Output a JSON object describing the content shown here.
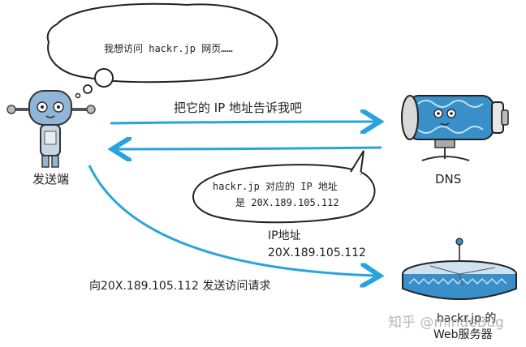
{
  "thought_bubble": {
    "text": "我想访问 hackr.jp 网页……"
  },
  "client": {
    "label": "发送端"
  },
  "dns": {
    "label": "DNS"
  },
  "server": {
    "line1": "hackr.jp 的",
    "line2": "Web服务器"
  },
  "arrows": {
    "ask_ip": "把它的 IP 地址告诉我吧",
    "ip_heading": "IP地址",
    "ip_value": "20X.189.105.112",
    "send_request": "向20X.189.105.112 发送访问请求"
  },
  "dns_reply_bubble": {
    "line1": "hackr.jp 对应的 IP 地址",
    "line2": "是 20X.189.105.112"
  },
  "watermark": {
    "text": "知乎 @mindeBug"
  },
  "colors": {
    "arrow": "#29a3dc",
    "robot_body": "#8fb6d6",
    "dns_blue": "#3a8fc9",
    "outline": "#222222"
  }
}
